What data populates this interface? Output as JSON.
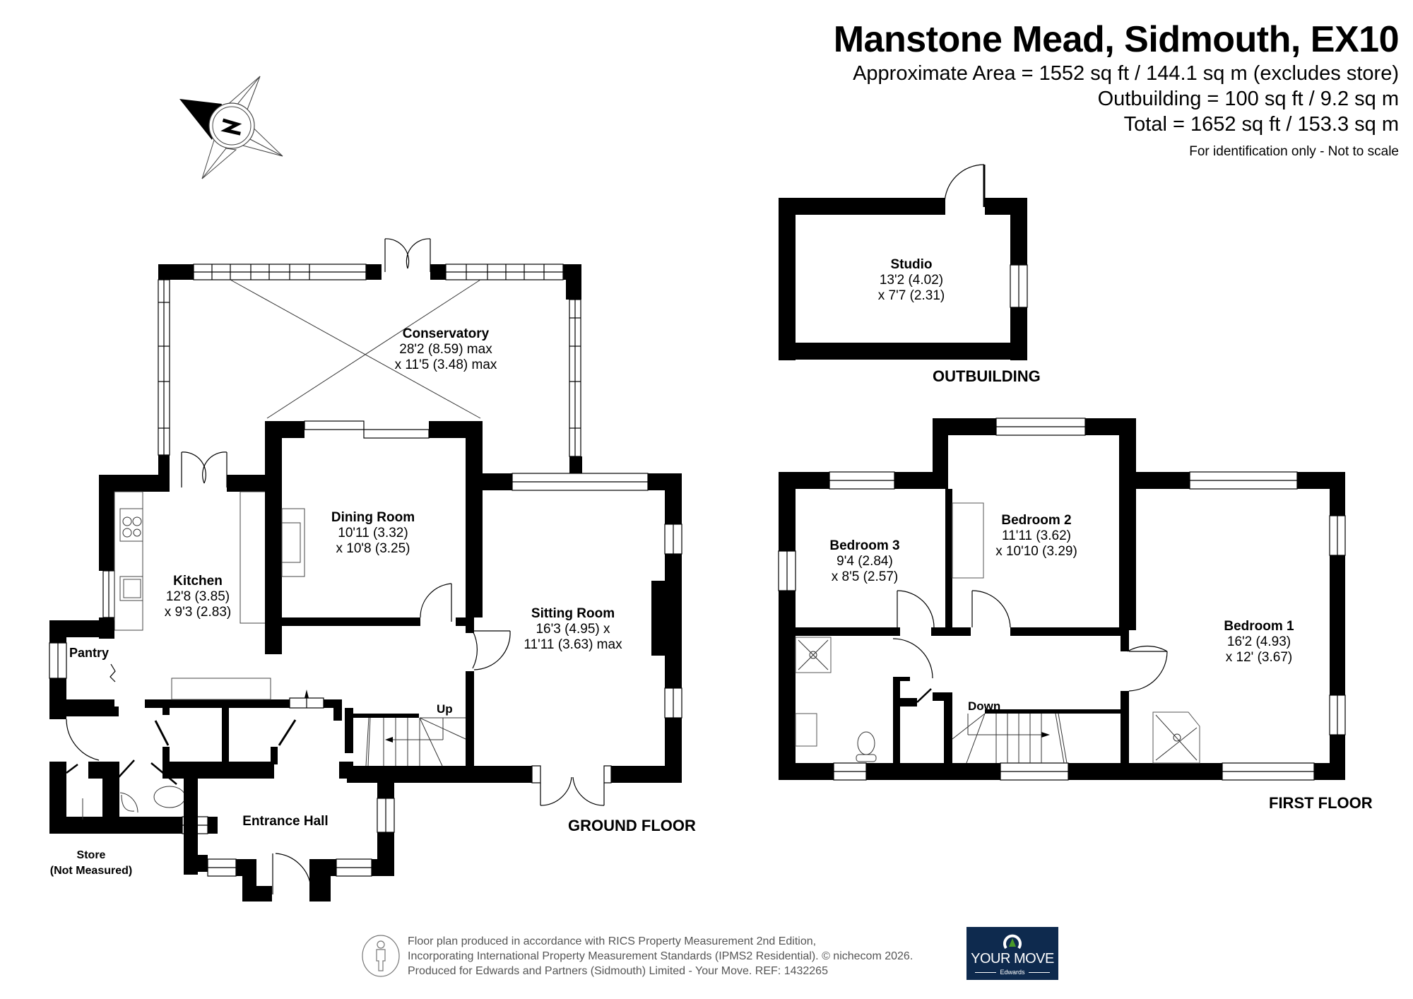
{
  "header": {
    "title": "Manstone Mead, Sidmouth, EX10",
    "approximate_area": "Approximate Area = 1552 sq ft / 144.1 sq m (excludes store)",
    "outbuilding_area": "Outbuilding = 100 sq ft / 9.2 sq m",
    "total_area": "Total = 1652 sq ft / 153.3 sq m",
    "disclaimer": "For identification only - Not to scale"
  },
  "compass": {
    "icon": "north-compass-icon",
    "letter": "N"
  },
  "ground_floor": {
    "label": "GROUND FLOOR",
    "rooms": {
      "conservatory": {
        "name": "Conservatory",
        "dim1": "28'2 (8.59) max",
        "dim2": "x 11'5 (3.48) max"
      },
      "dining_room": {
        "name": "Dining Room",
        "dim1": "10'11 (3.32)",
        "dim2": "x 10'8 (3.25)"
      },
      "kitchen": {
        "name": "Kitchen",
        "dim1": "12'8 (3.85)",
        "dim2": "x 9'3 (2.83)"
      },
      "sitting_room": {
        "name": "Sitting Room",
        "dim1": "16'3 (4.95) x",
        "dim2": "11'11 (3.63) max"
      },
      "entrance_hall": {
        "name": "Entrance Hall"
      },
      "pantry": {
        "name": "Pantry"
      },
      "store": {
        "name": "Store",
        "note": "(Not Measured)"
      }
    },
    "stairs_label": "Up"
  },
  "outbuilding": {
    "label": "OUTBUILDING",
    "rooms": {
      "studio": {
        "name": "Studio",
        "dim1": "13'2 (4.02)",
        "dim2": "x 7'7 (2.31)"
      }
    }
  },
  "first_floor": {
    "label": "FIRST FLOOR",
    "rooms": {
      "bedroom_3": {
        "name": "Bedroom 3",
        "dim1": "9'4 (2.84)",
        "dim2": "x 8'5 (2.57)"
      },
      "bedroom_2": {
        "name": "Bedroom 2",
        "dim1": "11'11 (3.62)",
        "dim2": "x 10'10 (3.29)"
      },
      "bedroom_1": {
        "name": "Bedroom 1",
        "dim1": "16'2 (4.93)",
        "dim2": "x 12' (3.67)"
      }
    },
    "stairs_label": "Down"
  },
  "footer": {
    "line1": "Floor plan produced in accordance with RICS Property Measurement 2nd Edition,",
    "line2": "Incorporating International Property Measurement Standards (IPMS2 Residential).   © nichecom 2026.",
    "line3": "Produced for Edwards and Partners (Sidmouth) Limited - Your Move.   REF:  1432265"
  },
  "logo": {
    "brand": "YOUR MOVE",
    "sub": "Edwards",
    "bg_color": "#0e2a4e",
    "accent_color": "#4a9a2a"
  }
}
